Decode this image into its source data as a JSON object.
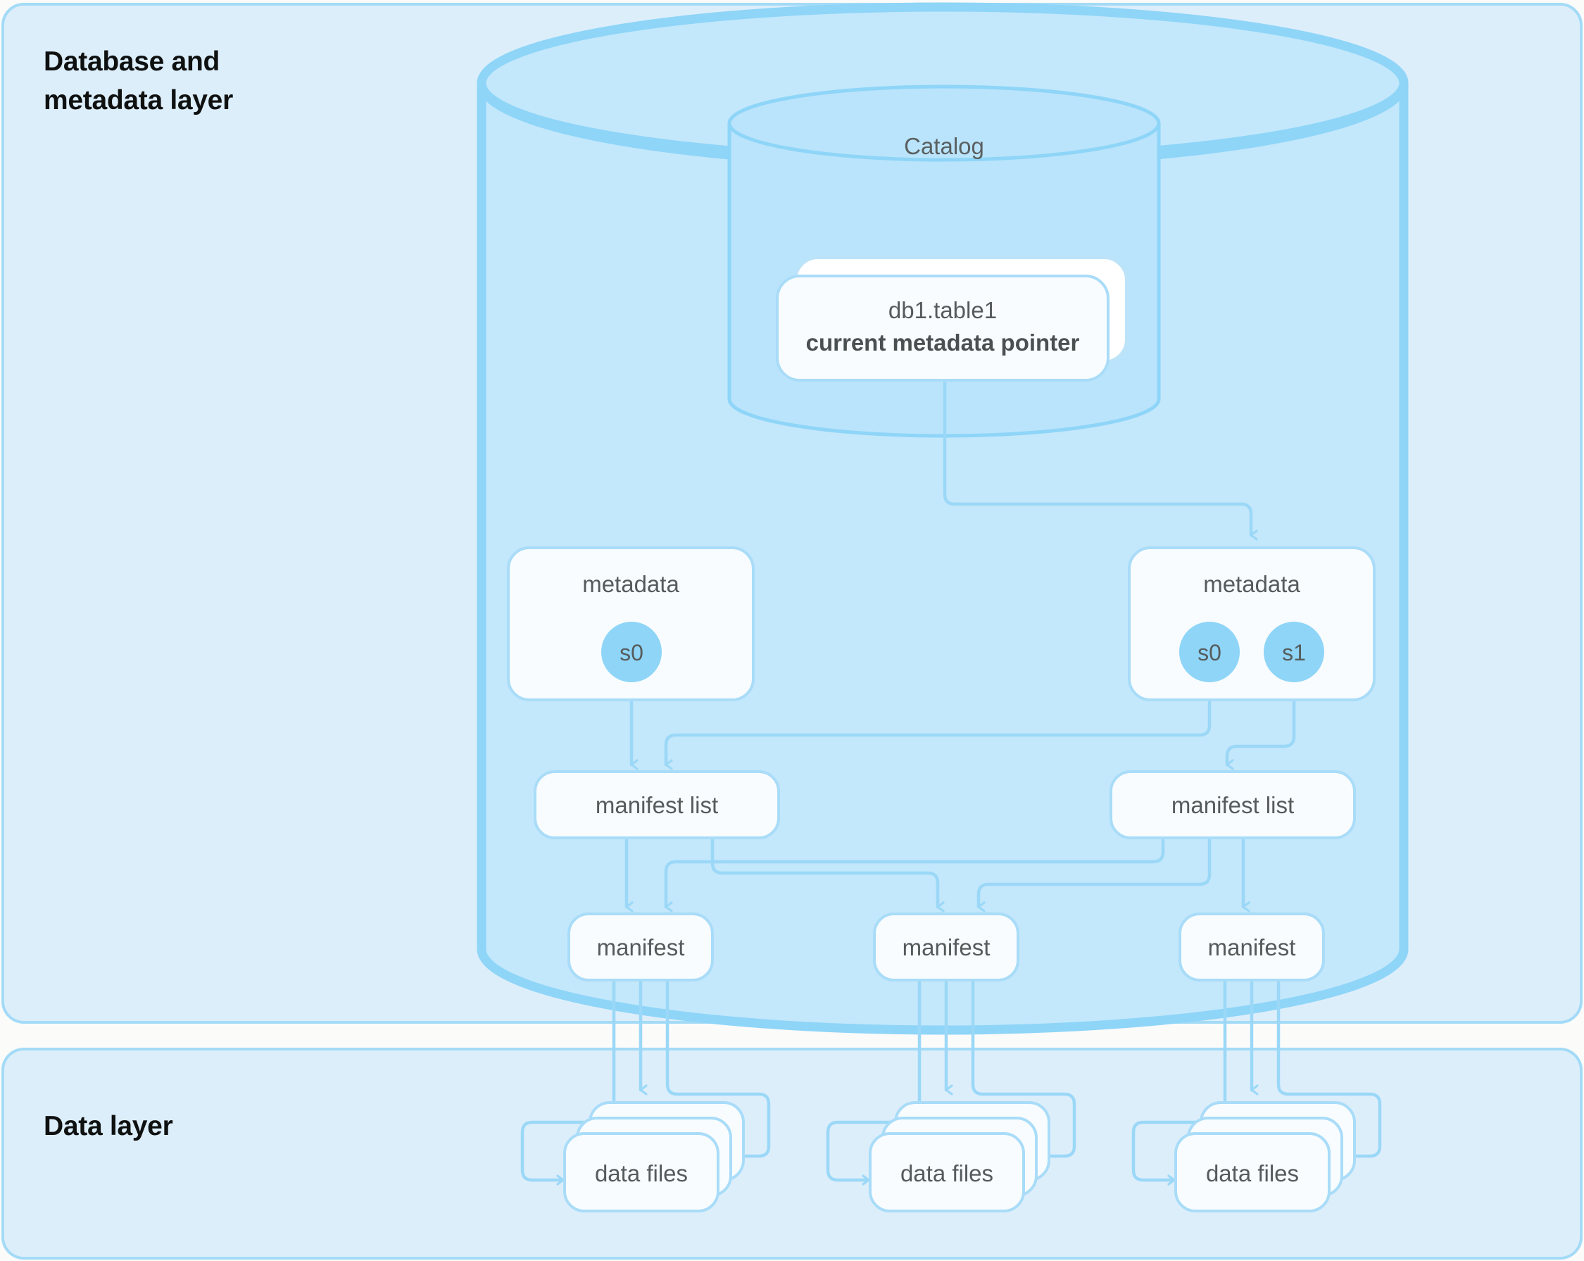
{
  "diagram": {
    "title_visible": false,
    "colors": {
      "panel_fill": "#ddeefb",
      "panel_stroke": "#a3dbf7",
      "page_bg": "#fbfbfa",
      "cylinder_fill": "#c3e7fb",
      "cylinder_stroke": "#8ed5f8",
      "catalog_fill": "#bae4fb",
      "catalog_stroke": "#8ed5f8",
      "card_fill": "#f8fcfe",
      "card_stroke": "#a9dcf8",
      "connector": "#9bd8f7",
      "snapshot_circle": "#8ed5f8",
      "text_dark": "#0f1111",
      "text_muted": "#585e5e"
    },
    "layers": [
      {
        "id": "db-metadata-layer",
        "title": "Database and\nmetadata layer",
        "title_line1": "Database and",
        "title_line2": "metadata layer"
      },
      {
        "id": "data-layer",
        "title": "Data layer",
        "title_line1": "Data layer",
        "title_line2": ""
      }
    ],
    "catalog": {
      "label": "Catalog"
    },
    "table_pointer": {
      "line1": "db1.table1",
      "line2": "current metadata pointer",
      "stack_count": 2
    },
    "metadata_nodes": [
      {
        "id": "metadata-left",
        "label": "metadata",
        "snapshots": [
          "s0"
        ]
      },
      {
        "id": "metadata-right",
        "label": "metadata",
        "snapshots": [
          "s0",
          "s1"
        ]
      }
    ],
    "manifest_lists": [
      {
        "id": "manifest-list-left",
        "label": "manifest list"
      },
      {
        "id": "manifest-list-right",
        "label": "manifest list"
      }
    ],
    "manifests": [
      {
        "id": "manifest-1",
        "label": "manifest"
      },
      {
        "id": "manifest-2",
        "label": "manifest"
      },
      {
        "id": "manifest-3",
        "label": "manifest"
      }
    ],
    "data_files": [
      {
        "id": "data-files-1",
        "label": "data files",
        "stack_count": 3
      },
      {
        "id": "data-files-2",
        "label": "data files",
        "stack_count": 3
      },
      {
        "id": "data-files-3",
        "label": "data files",
        "stack_count": 3
      }
    ]
  }
}
